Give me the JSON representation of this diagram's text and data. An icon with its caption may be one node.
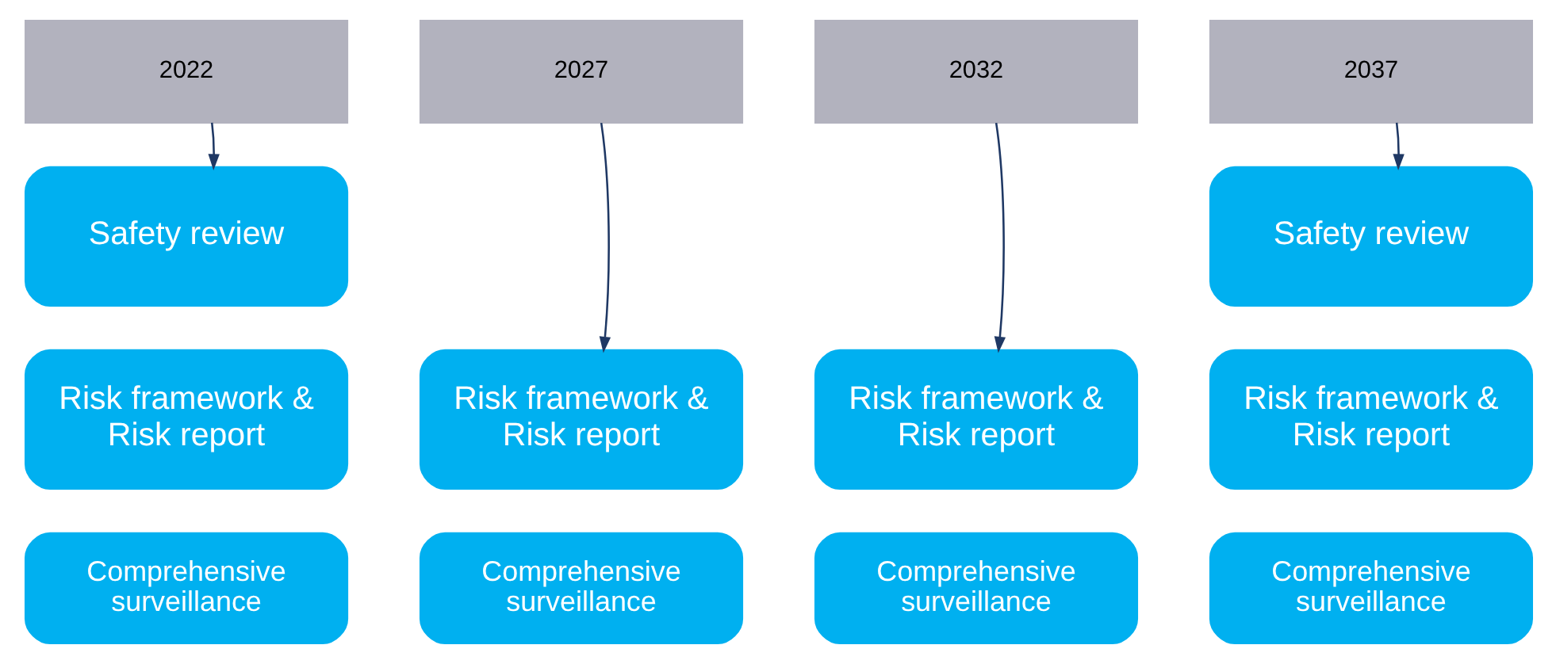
{
  "diagram": {
    "nodes": [
      {
        "text": [
          "2022"
        ]
      },
      {
        "text": [
          "2027"
        ]
      },
      {
        "text": [
          "2032"
        ]
      },
      {
        "text": [
          "2037"
        ]
      },
      {
        "text": [
          "Safety review"
        ]
      },
      {
        "text": [
          "Safety review"
        ]
      },
      {
        "text": [
          "Risk framework & Risk report"
        ]
      },
      {
        "text": [
          "Risk framework & Risk report"
        ]
      },
      {
        "text": [
          "Risk framework & Risk report"
        ]
      },
      {
        "text": [
          "Risk framework & Risk report"
        ]
      },
      {
        "text": [
          "Comprehensive surveillance"
        ]
      },
      {
        "text": [
          "Comprehensive surveillance"
        ]
      },
      {
        "text": [
          "Comprehensive surveillance"
        ]
      },
      {
        "text": [
          "Comprehensive surveillance"
        ]
      }
    ],
    "edges": [
      {
        "from": 0,
        "to": 4,
        "arrow": "to"
      },
      {
        "from": 1,
        "to": 7,
        "arrow": "to"
      },
      {
        "from": 2,
        "to": 8,
        "arrow": "to"
      },
      {
        "from": 3,
        "to": 5,
        "arrow": "to"
      }
    ]
  }
}
